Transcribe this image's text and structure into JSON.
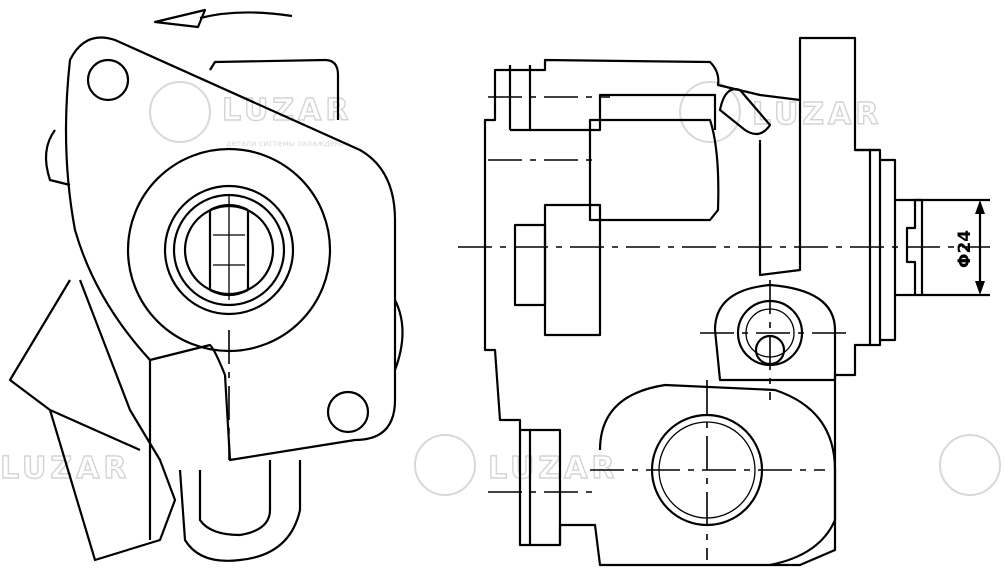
{
  "drawing": {
    "title": "Power steering pump technical drawing",
    "dimension_label": "Φ24",
    "watermark": {
      "brand": "LUZAR",
      "tagline": "детали системы охлаждения"
    },
    "colors": {
      "line": "#000000",
      "watermark": "#d8d8d8",
      "background": "#ffffff"
    }
  }
}
